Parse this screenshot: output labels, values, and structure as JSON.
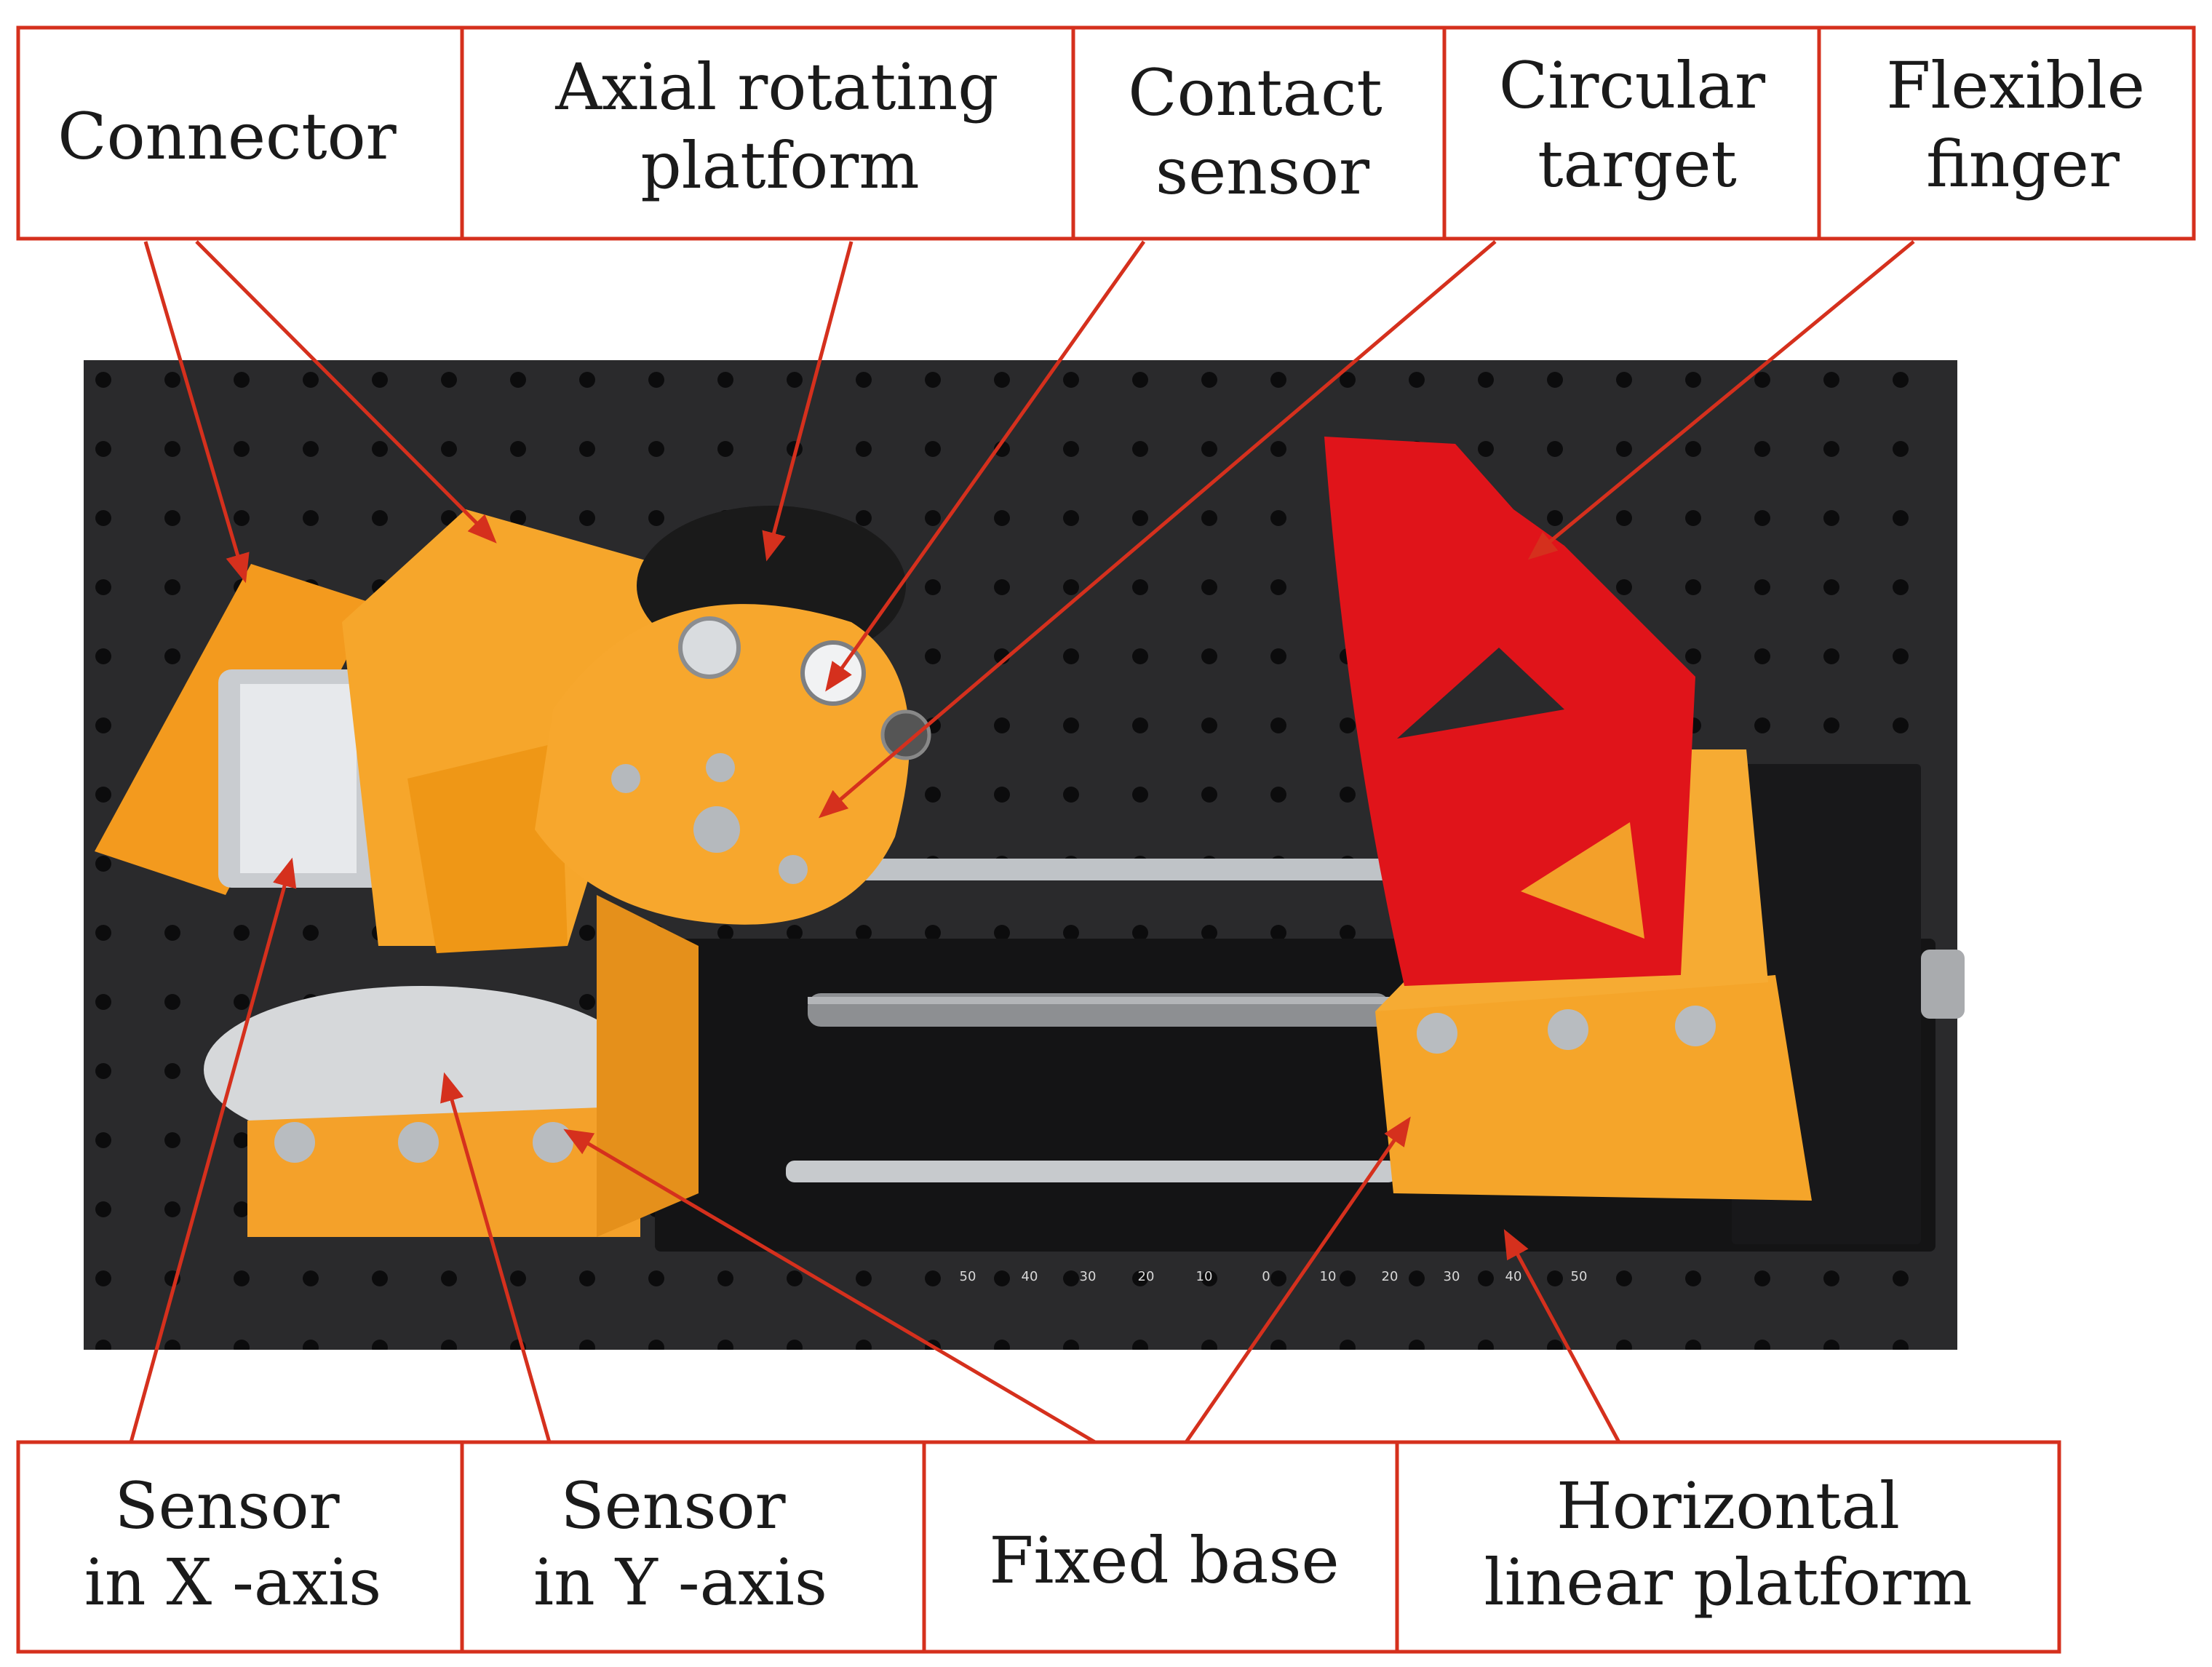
{
  "labels": {
    "connector": "Connector",
    "axial_rotating_platform": [
      "Axial rotating",
      "platform"
    ],
    "contact_sensor": [
      "Contact",
      "sensor"
    ],
    "circular_target": [
      "Circular",
      "target"
    ],
    "flexible_finger": [
      "Flexible",
      "finger"
    ],
    "sensor_x": [
      "Sensor",
      "in X -axis"
    ],
    "sensor_y": [
      "Sensor",
      "in Y -axis"
    ],
    "fixed_base": "Fixed base",
    "horizontal_linear_platform": [
      "Horizontal",
      "linear platform"
    ]
  },
  "photo": {
    "scale_ticks": [
      "50",
      "40",
      "30",
      "20",
      "10",
      "0",
      "10",
      "20",
      "30",
      "40",
      "50"
    ]
  },
  "colors": {
    "leader_line": "#d5301d",
    "box_border": "#d5301d",
    "orange_parts": "#f5a52a",
    "red_finger": "#e0141a",
    "breadboard": "#262628"
  }
}
